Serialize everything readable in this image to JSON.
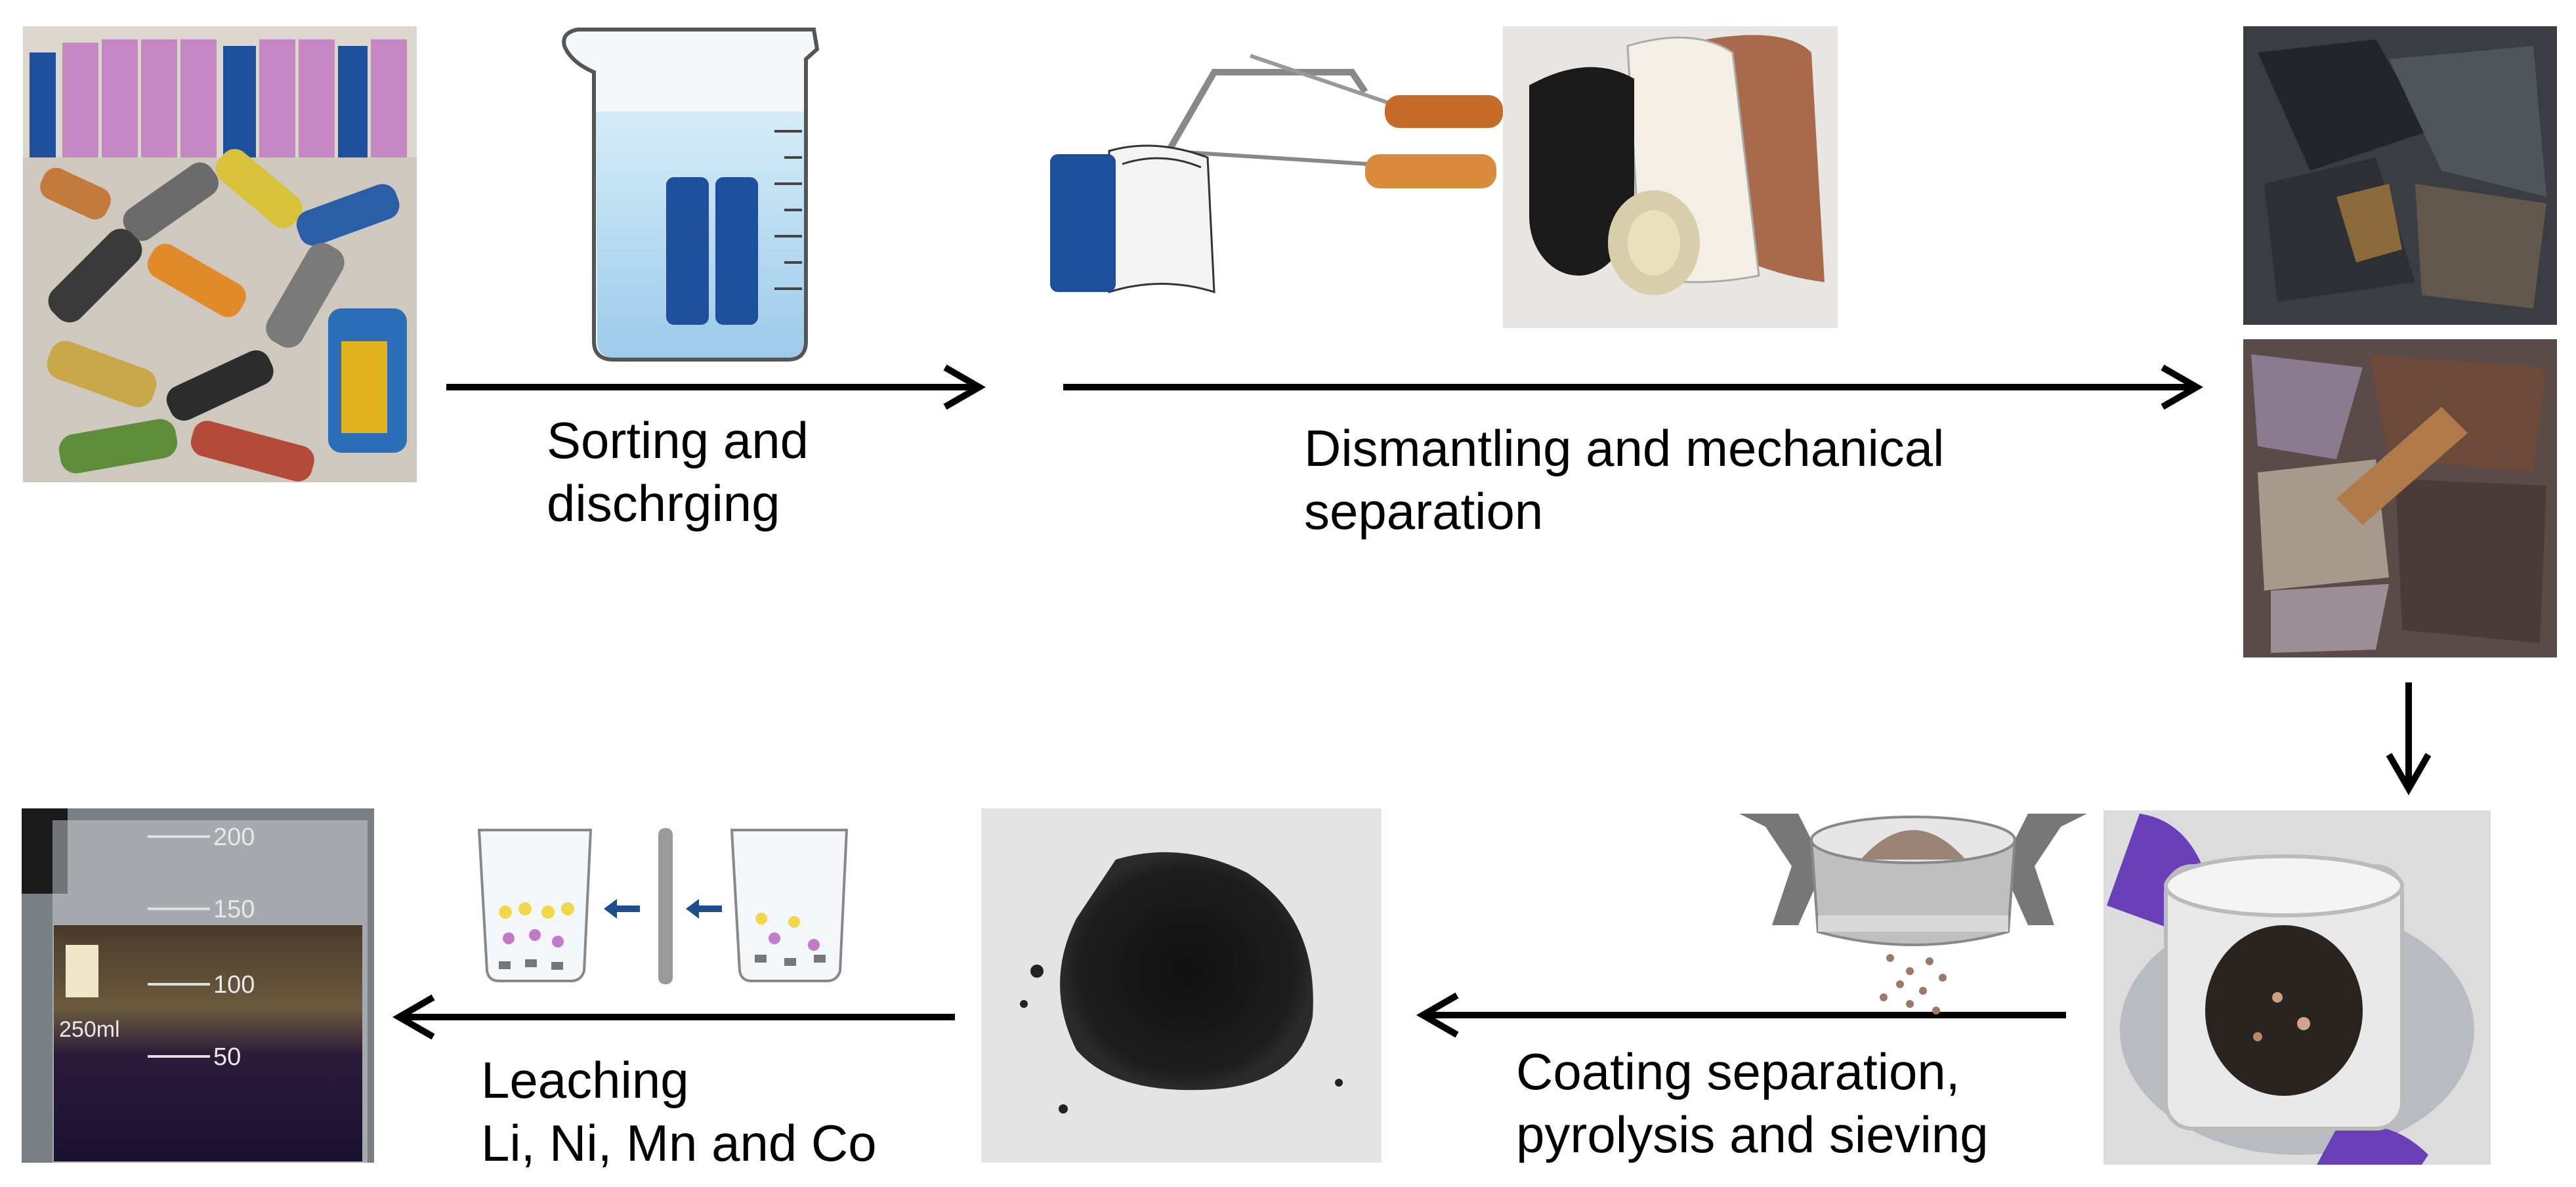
{
  "steps": [
    {
      "id": "sorting",
      "lines": [
        "Sorting and",
        "dischrging"
      ]
    },
    {
      "id": "dismantling",
      "lines": [
        "Dismantling and mechanical",
        "separation"
      ]
    },
    {
      "id": "coating",
      "lines": [
        "Coating separation,",
        "pyrolysis and sieving"
      ]
    },
    {
      "id": "leaching",
      "lines": [
        "Leaching",
        "Li, Ni, Mn and Co"
      ]
    }
  ],
  "beaker_marks": [
    "200",
    "150",
    "100",
    "50",
    "250ml"
  ],
  "colors": {
    "arrow": "#000000",
    "water": "#b9dcf2",
    "battery_blue": "#1d4f9c",
    "battery_pink": "#c786c4",
    "black_mass": "#1a1a1a",
    "glove": "#6a3fb8",
    "leach_liquid": "#2a1c3a",
    "small_arrow": "#1f4e8c"
  },
  "icons": [
    "battery-pile-photo",
    "discharge-beaker-icon",
    "hacksaw-icon",
    "unrolled-cell-photo",
    "electrode-foils-photo",
    "shredded-foils-photo",
    "sieve-icon",
    "sieve-jar-photo",
    "black-mass-photo",
    "leaching-beakers-icon",
    "leachate-beaker-photo"
  ]
}
